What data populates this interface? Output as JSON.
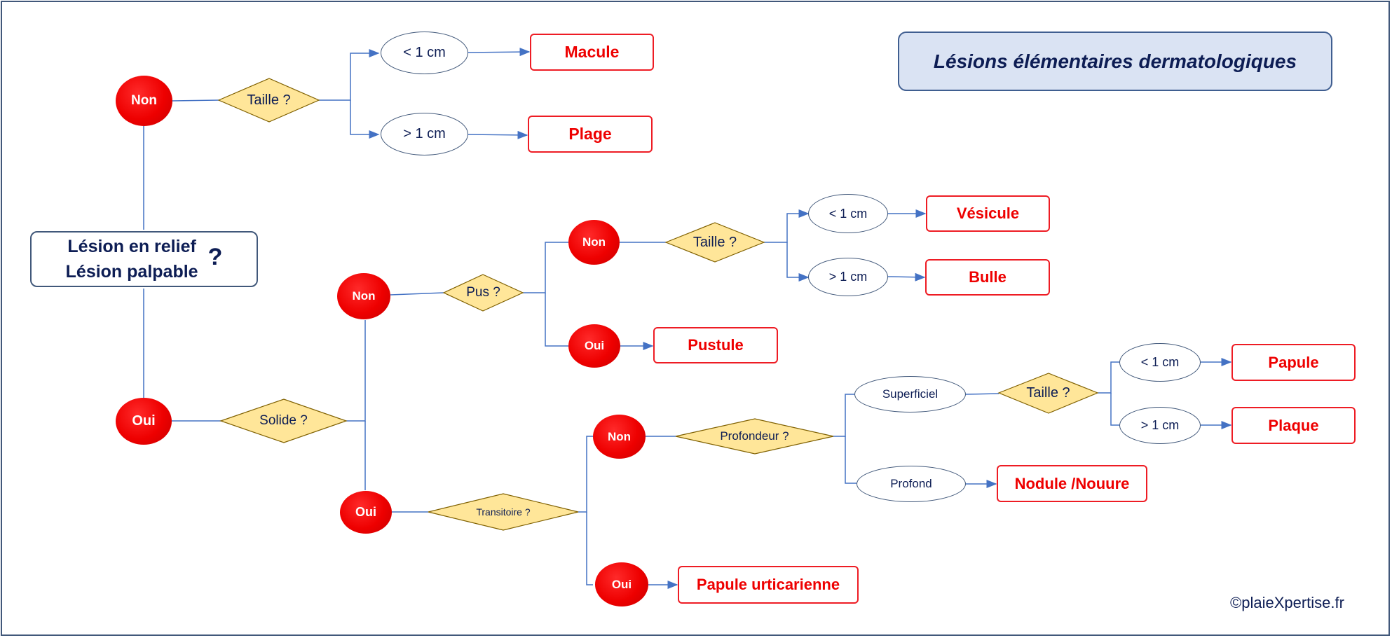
{
  "title": "Lésions élémentaires dermatologiques",
  "root": {
    "line1": "Lésion en relief",
    "line2": "Lésion palpable",
    "question_mark": "?"
  },
  "answers": {
    "non": "Non",
    "oui": "Oui"
  },
  "decisions": {
    "taille": "Taille ?",
    "solide": "Solide ?",
    "pus": "Pus ?",
    "taille_bubble": "Taille ?",
    "transitoire": "Transitoire ?",
    "profondeur": "Profondeur ?",
    "taille_superficiel": "Taille ?"
  },
  "sizes": {
    "less": "< 1 cm",
    "more": "> 1 cm"
  },
  "depths": {
    "superficiel": "Superficiel",
    "profond": "Profond"
  },
  "results": {
    "macule": "Macule",
    "plage": "Plage",
    "vesicule": "Vésicule",
    "bulle": "Bulle",
    "pustule": "Pustule",
    "papule": "Papule",
    "plaque": "Plaque",
    "nodule": "Nodule /Nouure",
    "papule_urticarienne": "Papule urticarienne"
  },
  "copyright": "©plaieXpertise.fr",
  "colors": {
    "line": "#4472c4",
    "answer": "#ee0000",
    "decision_fill": "#ffe699",
    "title_fill": "#dae3f3",
    "text": "#0d1d54"
  }
}
